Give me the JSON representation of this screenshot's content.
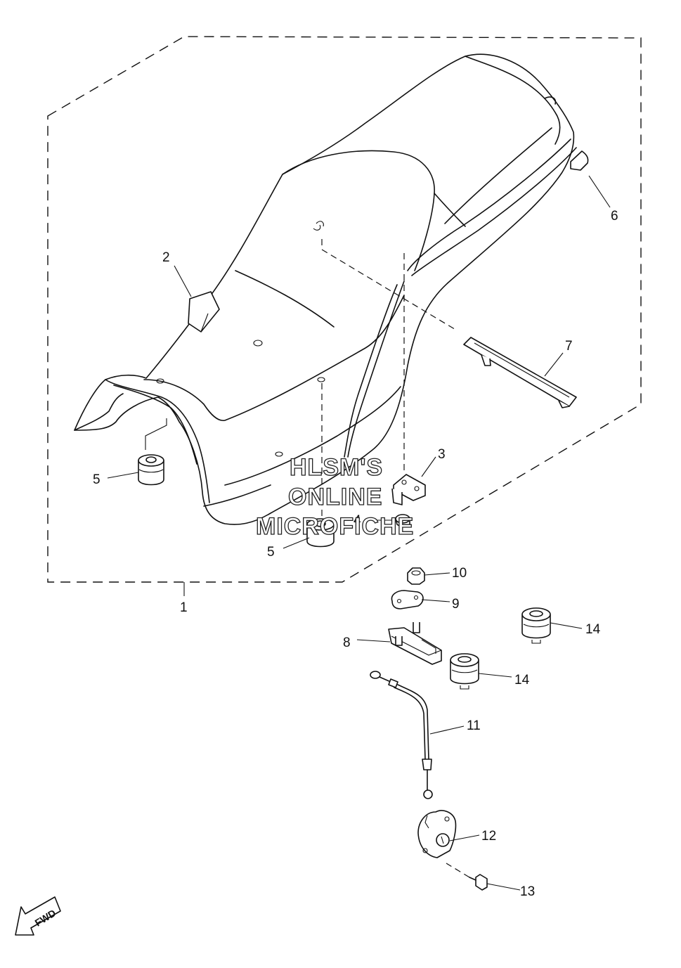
{
  "watermark": {
    "line1": "HLSM'S",
    "line2": "ONLINE",
    "line3": "MICROFICHE"
  },
  "direction_indicator": {
    "label": "FWD"
  },
  "callouts": {
    "c1": "1",
    "c2": "2",
    "c3": "3",
    "c4": "4",
    "c5a": "5",
    "c5b": "5",
    "c6": "6",
    "c7": "7",
    "c8": "8",
    "c9": "9",
    "c10": "10",
    "c11": "11",
    "c12": "12",
    "c13": "13",
    "c14a": "14",
    "c14b": "14"
  }
}
